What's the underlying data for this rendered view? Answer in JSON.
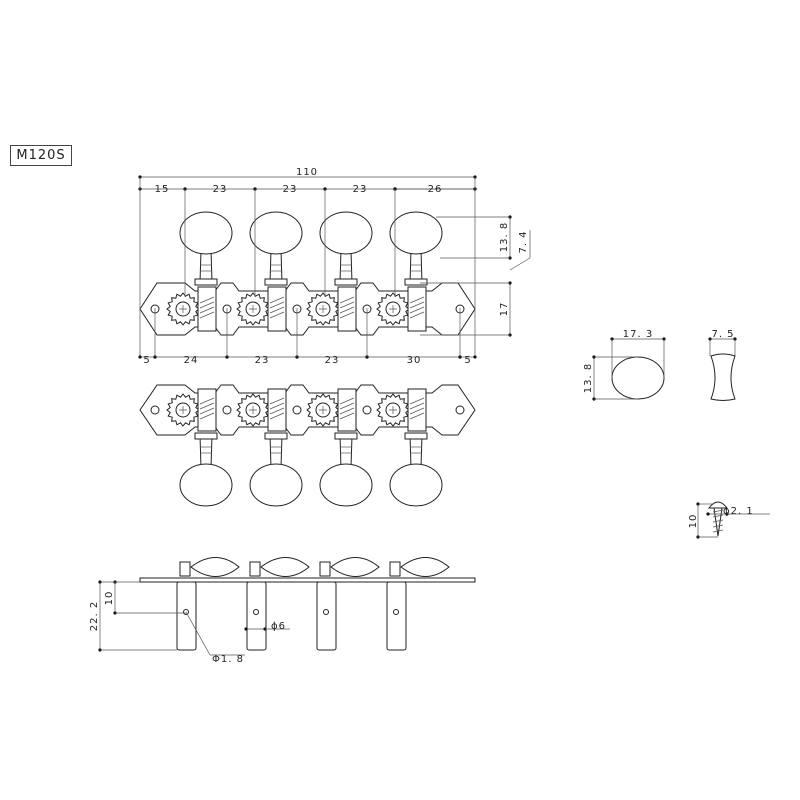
{
  "model": "M120S",
  "top_view": {
    "overall_width": "110",
    "post_spacing": [
      "15",
      "23",
      "23",
      "23",
      "26"
    ],
    "hole_spacing": [
      "5",
      "24",
      "23",
      "23",
      "30",
      "5"
    ],
    "knob_height": "13. 8",
    "knob_offset": "7. 4",
    "plate_height": "17"
  },
  "side_view": {
    "post_length": "22. 2",
    "hole_depth": "10",
    "post_diameter": "ϕ6",
    "hole_diameter": "Φ1. 8"
  },
  "knob_detail": {
    "width": "17. 3",
    "height": "13. 8",
    "thickness": "7. 5"
  },
  "screw_detail": {
    "length": "10",
    "diameter": "ϕ2. 1"
  },
  "colors": {
    "line": "#222222",
    "background": "#ffffff"
  }
}
